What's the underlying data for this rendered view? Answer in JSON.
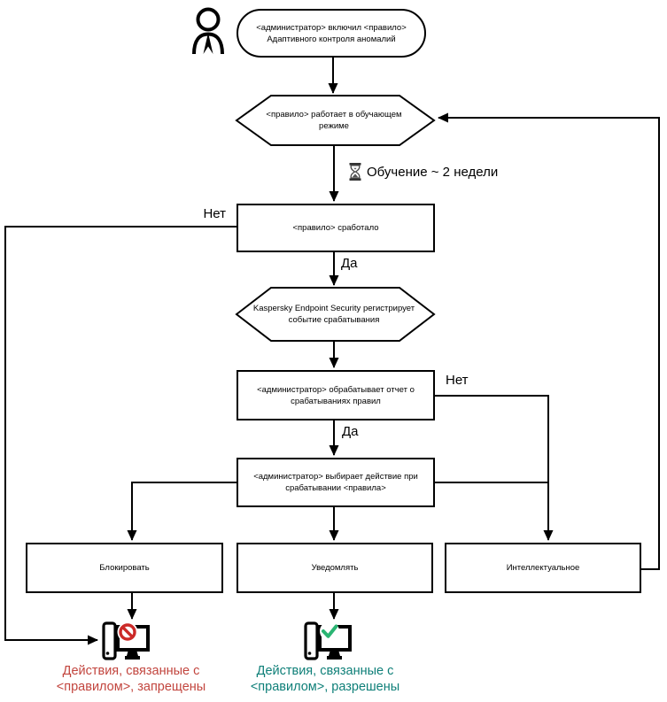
{
  "nodes": {
    "start": {
      "line1": "<администратор> включил <правило>",
      "line2": "Адаптивного контроля аномалий"
    },
    "training": {
      "line1": "<правило>  работает в обучающем",
      "line2": "режиме"
    },
    "triggered": {
      "line1": "<правило> сработало",
      "line2": ""
    },
    "kes": {
      "line1": "Kaspersky Endpoint Security регистрирует",
      "line2": "событие срабатывания"
    },
    "report": {
      "line1": "<администратор> обрабатывает отчет о",
      "line2": "срабатываниях правил"
    },
    "choose": {
      "line1": "<администратор> выбирает действие при",
      "line2": "срабатывании <правила>"
    },
    "block": {
      "line1": "Блокировать",
      "line2": ""
    },
    "notify": {
      "line1": "Уведомлять",
      "line2": ""
    },
    "smart": {
      "line1": "Интеллектуальное",
      "line2": ""
    }
  },
  "labels": {
    "no_left": "Нет",
    "yes_top": "Да",
    "no_right": "Нет",
    "yes_bottom": "Да",
    "training_note": "Обучение ~ 2 недели"
  },
  "outcomes": {
    "blocked": {
      "line1": "Действия, связанные с",
      "line2": "<правилом>, запрещены"
    },
    "allowed": {
      "line1": "Действия, связанные с",
      "line2": "<правилом>, разрешены"
    }
  },
  "icons": {
    "actor": "person-icon",
    "wait": "hourglass-icon",
    "blocked": "computer-blocked-icon",
    "allowed": "computer-allowed-icon"
  },
  "colors": {
    "stroke": "#000000",
    "badge_red": "#cc2a28",
    "badge_green": "#2ab573",
    "text_red": "#c2453e",
    "text_teal": "#0e7f78"
  }
}
